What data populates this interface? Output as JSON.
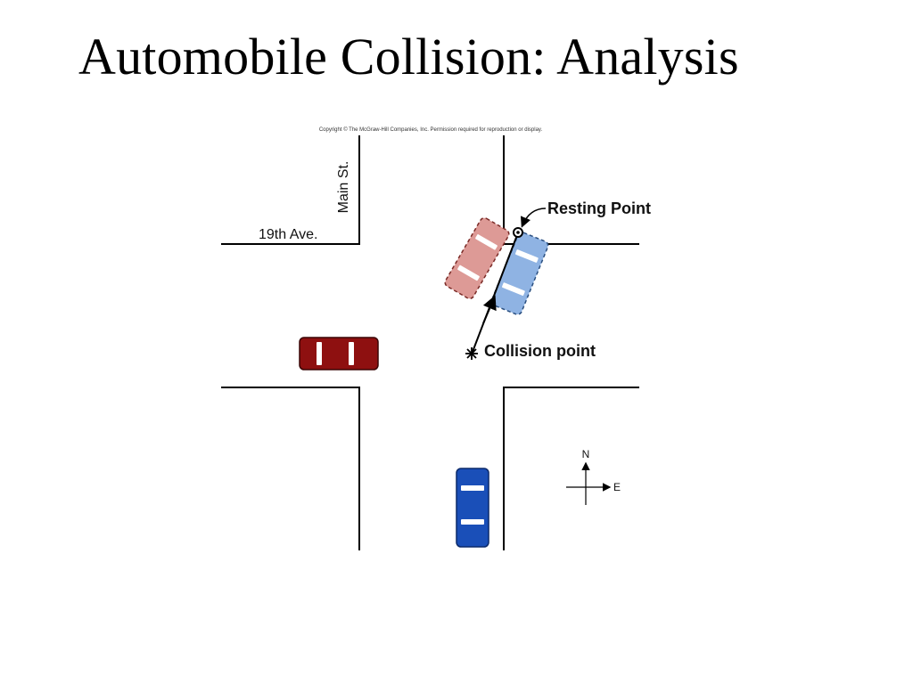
{
  "slide": {
    "title": "Automobile Collision: Analysis"
  },
  "diagram": {
    "copyright": "Copyright © The McGraw-Hill Companies, Inc. Permission required for reproduction or display.",
    "streets": {
      "vertical": "Main St.",
      "horizontal": "19th Ave."
    },
    "labels": {
      "resting_point": "Resting Point",
      "collision_point": "Collision point"
    },
    "compass": {
      "north": "N",
      "east": "E"
    },
    "colors": {
      "red_car": "#8e1010",
      "blue_car": "#1a4fb8",
      "red_car_after": "#dd9a96",
      "blue_car_after": "#8fb3e3"
    }
  }
}
